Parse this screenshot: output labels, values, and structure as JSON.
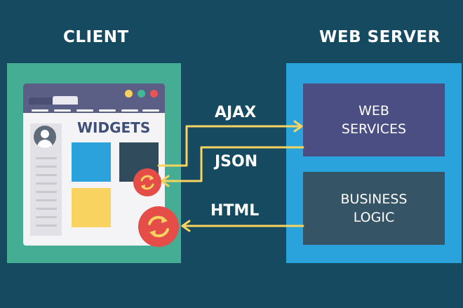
{
  "headings": {
    "client": "CLIENT",
    "server": "WEB SERVER"
  },
  "client": {
    "widgets_title": "WIDGETS"
  },
  "server": {
    "web_services": [
      "WEB",
      "SERVICES"
    ],
    "business_logic": [
      "BUSINESS",
      "LOGIC"
    ]
  },
  "arrows": {
    "ajax": "AJAX",
    "json": "JSON",
    "html": "HTML"
  },
  "colors": {
    "background": "#154a60",
    "client_panel": "#44ad93",
    "server_panel": "#2aa3dd",
    "arrow": "#f8d35f",
    "sync_icon": "#e54e48"
  },
  "icons": [
    "user-avatar-icon",
    "sync-icon"
  ]
}
